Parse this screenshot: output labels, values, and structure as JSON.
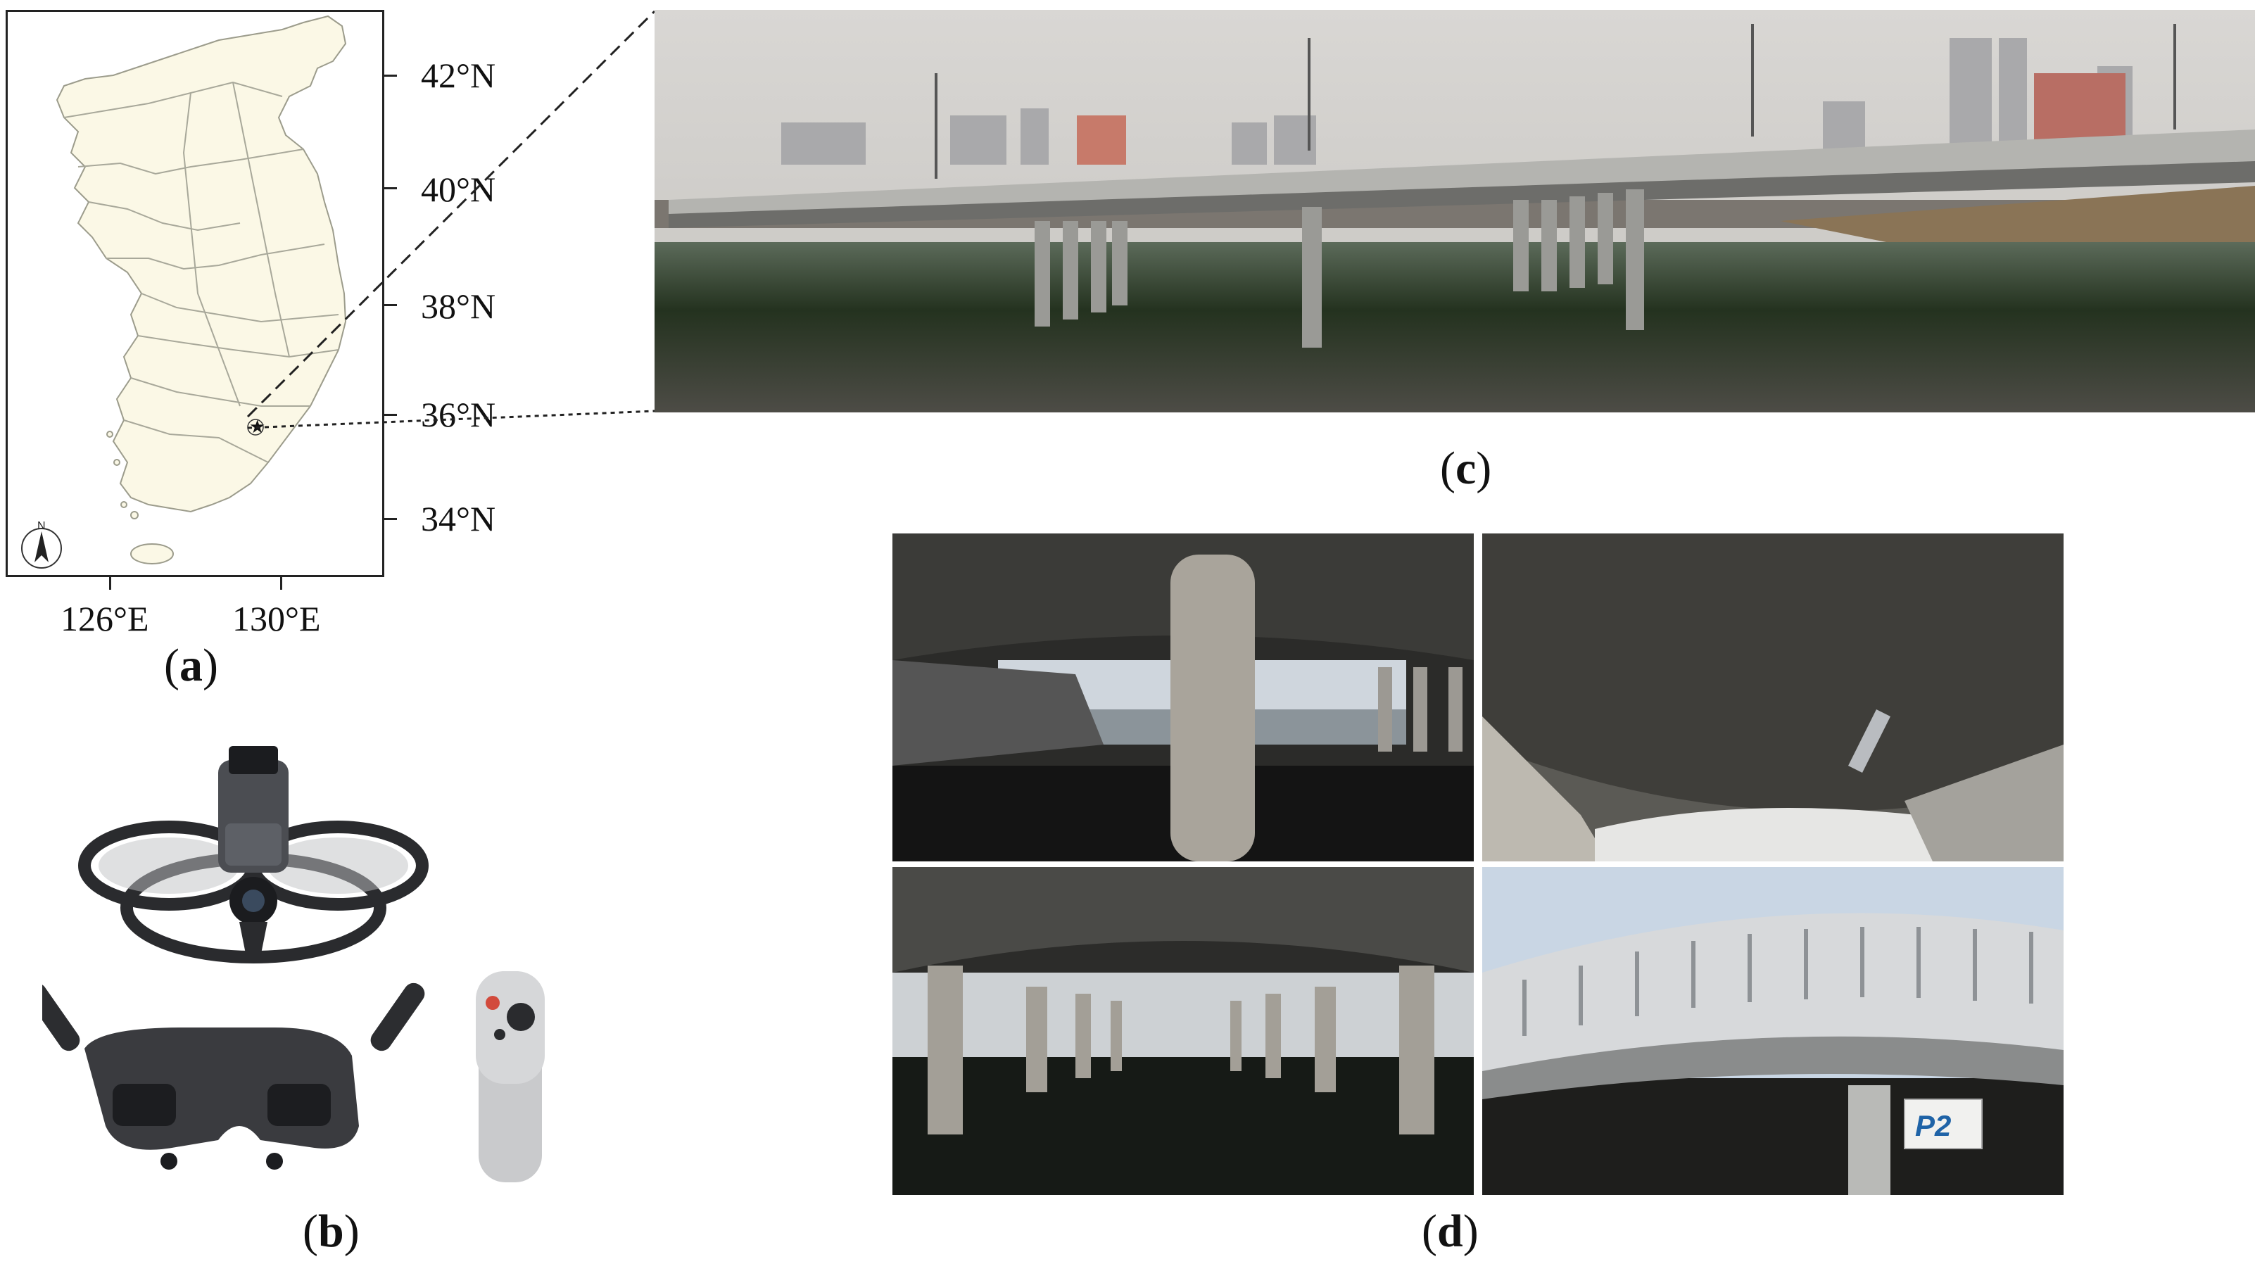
{
  "figure": {
    "panel_a": {
      "label_open": "(",
      "label_letter": "a",
      "label_close": ")",
      "lat_labels": [
        "42°N",
        "40°N",
        "38°N",
        "36°N",
        "34°N"
      ],
      "lon_labels": [
        "126°E",
        "130°E"
      ],
      "north_arrow": "N"
    },
    "panel_b": {
      "label_open": "(",
      "label_letter": "b",
      "label_close": ")"
    },
    "panel_c": {
      "label_open": "(",
      "label_letter": "c",
      "label_close": ")"
    },
    "panel_d": {
      "label_open": "(",
      "label_letter": "d",
      "label_close": ")",
      "pier_sign": "P2"
    }
  },
  "colors": {
    "land": "#fbf8e6",
    "land_border": "#9c9c8c",
    "sky": "#d4d2ce",
    "water": "#1b2a1a",
    "bridge": "#a8a8a4",
    "sign_blue": "#1f63a7"
  },
  "icons": {
    "north_arrow": "north-arrow-icon",
    "star_marker": "star-icon"
  }
}
